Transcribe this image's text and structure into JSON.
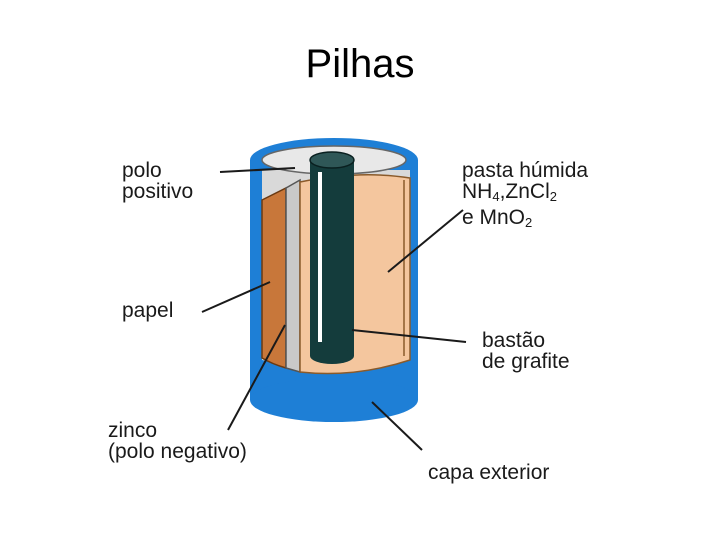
{
  "title": "Pilhas",
  "labels": {
    "polo_positivo": [
      "polo",
      "positivo"
    ],
    "pasta_humida": {
      "line1": "pasta húmida",
      "nh": "NH",
      "sub4": "4",
      "zncl": ",ZnCl",
      "sub2": "2",
      "e_mn": "e MnO",
      "sub_o2": "2"
    },
    "papel": "papel",
    "bastao": [
      "bastão",
      "de grafite"
    ],
    "zinco": [
      "zinco",
      "(polo negativo)"
    ],
    "capa": "capa exterior"
  },
  "colors": {
    "capa_exterior": "#1e7fd6",
    "pasta": "#f4c69e",
    "zinco": "#c9c9c9",
    "papel": "#c8773a",
    "grafite": "#143c3c"
  }
}
